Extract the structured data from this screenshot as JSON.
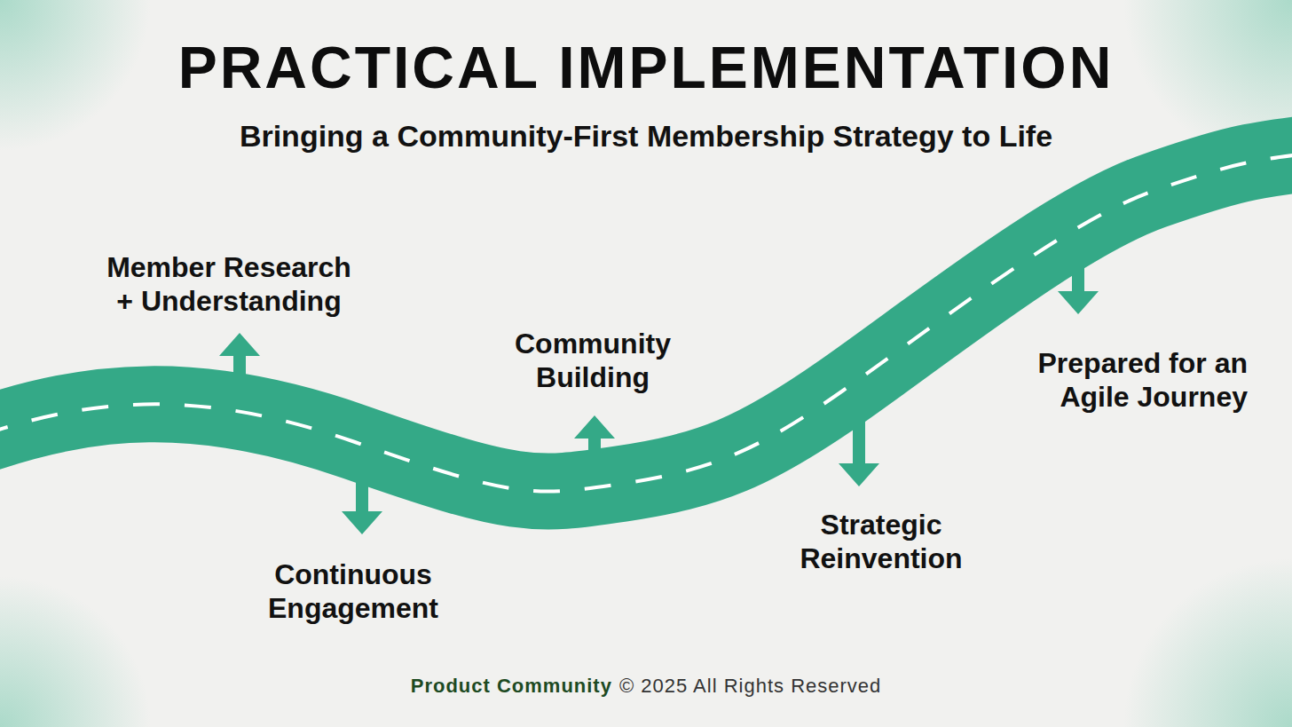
{
  "diagram": {
    "title": "PRACTICAL IMPLEMENTATION",
    "caption": "Bringing a Community-First Membership Strategy to Life",
    "labels": [
      "Member Research + Understanding",
      "Continuous Engagement",
      "Community Building",
      "Strategic Reinvention",
      "Prepared for an Agile Journey",
      "Product Community",
      "© 2025 All Rights Reserved"
    ]
  }
}
